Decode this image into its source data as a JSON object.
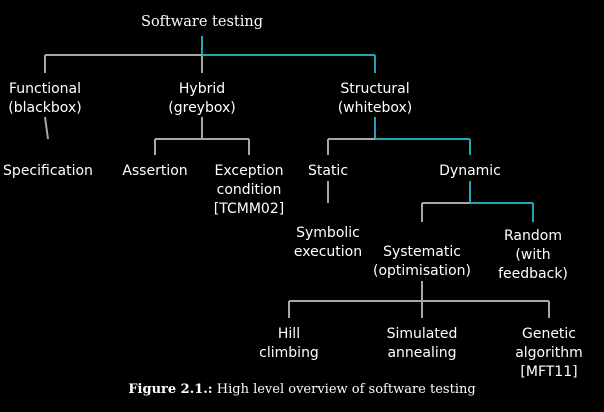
{
  "diagram": {
    "colors": {
      "gray_edge": "#a7a7a7",
      "teal_edge": "#1ea8b2",
      "text": "#ffffff",
      "background": "#000000"
    },
    "nodes": {
      "root": {
        "lines": [
          "Software testing"
        ]
      },
      "functional": {
        "lines": [
          "Functional",
          "(blackbox)"
        ]
      },
      "hybrid": {
        "lines": [
          "Hybrid",
          "(greybox)"
        ]
      },
      "structural": {
        "lines": [
          "Structural",
          "(whitebox)"
        ]
      },
      "specification": {
        "lines": [
          "Specification"
        ]
      },
      "assertion": {
        "lines": [
          "Assertion"
        ]
      },
      "exception": {
        "lines": [
          "Exception",
          "condition",
          "[TCMM02]"
        ]
      },
      "static": {
        "lines": [
          "Static"
        ]
      },
      "dynamic": {
        "lines": [
          "Dynamic"
        ]
      },
      "symbolic": {
        "lines": [
          "Symbolic",
          "execution"
        ]
      },
      "systematic": {
        "lines": [
          "Systematic",
          "(optimisation)"
        ]
      },
      "random": {
        "lines": [
          "Random",
          "(with",
          "feedback)"
        ]
      },
      "hill": {
        "lines": [
          "Hill",
          "climbing"
        ]
      },
      "simulated": {
        "lines": [
          "Simulated",
          "annealing"
        ]
      },
      "genetic": {
        "lines": [
          "Genetic",
          "algorithm",
          "[MFT11]"
        ]
      }
    },
    "edges": [
      {
        "from": "root",
        "to": "functional",
        "highlight": false
      },
      {
        "from": "root",
        "to": "hybrid",
        "highlight": false
      },
      {
        "from": "root",
        "to": "structural",
        "highlight": true
      },
      {
        "from": "hybrid",
        "to": "assertion",
        "highlight": false
      },
      {
        "from": "hybrid",
        "to": "exception",
        "highlight": false
      },
      {
        "from": "functional",
        "to": "specification",
        "highlight": false
      },
      {
        "from": "structural",
        "to": "static",
        "highlight": false
      },
      {
        "from": "structural",
        "to": "dynamic",
        "highlight": true
      },
      {
        "from": "static",
        "to": "symbolic",
        "highlight": false
      },
      {
        "from": "dynamic",
        "to": "systematic",
        "highlight": false
      },
      {
        "from": "dynamic",
        "to": "random",
        "highlight": true
      },
      {
        "from": "systematic",
        "to": "hill",
        "highlight": false
      },
      {
        "from": "systematic",
        "to": "simulated",
        "highlight": false
      },
      {
        "from": "systematic",
        "to": "genetic",
        "highlight": false
      }
    ]
  },
  "caption": {
    "label": "Figure 2.1.:",
    "text": "High level overview of software testing"
  }
}
